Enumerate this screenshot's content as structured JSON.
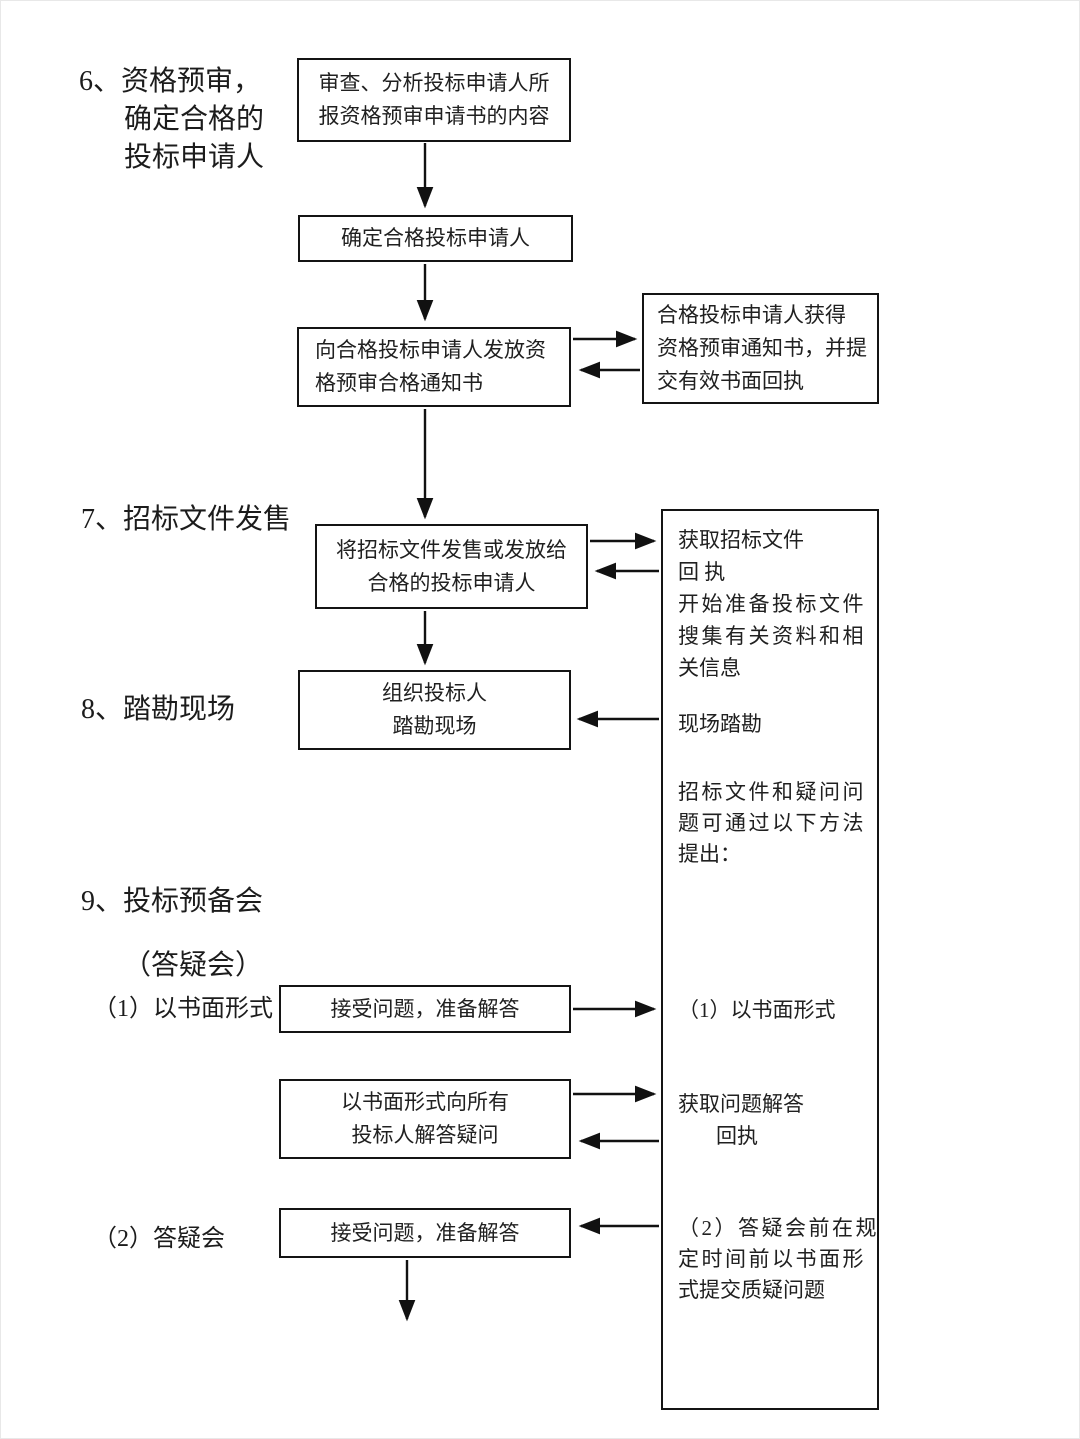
{
  "colors": {
    "page_bg": "#ffffff",
    "ink": "#1a1a1a",
    "box_border": "#141414",
    "arrow": "#111111"
  },
  "labels": {
    "sec6": [
      "6、资格预审，",
      "确定合格的",
      "投标申请人"
    ],
    "sec7": "7、招标文件发售",
    "sec8": "8、踏勘现场",
    "sec9": "9、投标预备会",
    "sec9_sub": "（答疑会）",
    "item1": "（1）以书面形式",
    "item2": "（2）答疑会"
  },
  "boxes": {
    "review": [
      "审查、分析投标申请人所",
      "报资格预审申请书的内容"
    ],
    "determine": [
      "确定合格投标申请人"
    ],
    "issue_notice": [
      "向合格投标申请人发放资",
      "格预审合格通知书"
    ],
    "receive_notice": [
      "合格投标申请人获得",
      "资格预审通知书，并提",
      "交有效书面回执"
    ],
    "sell_docs": [
      "将招标文件发售或发放给",
      "合格的投标申请人"
    ],
    "site_visit": [
      "组织投标人",
      "踏勘现场"
    ],
    "accept_q1": [
      "接受问题，准备解答"
    ],
    "written_answer": [
      "以书面形式向所有",
      "投标人解答疑问"
    ],
    "accept_q2": [
      "接受问题，准备解答"
    ]
  },
  "tall": {
    "lines": [
      "获取招标文件",
      "回 执",
      "开始准备投标文件",
      "搜集有关资料和相",
      "关信息",
      "现场踏勘",
      "招标文件和疑问问",
      "题可通过以下方法",
      "提出：",
      "（1）以书面形式",
      "获取问题解答",
      "回执",
      "（2）答疑会前在规",
      "定时间前以书面形",
      "式提交质疑问题"
    ]
  }
}
